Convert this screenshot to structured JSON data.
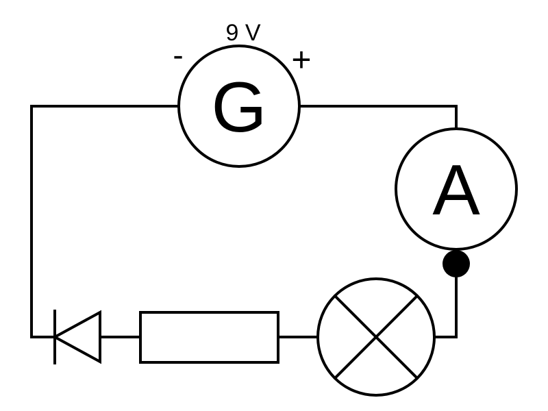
{
  "colors": {
    "stroke": "#000000",
    "background": "#ffffff"
  },
  "generator": {
    "symbol": "G",
    "voltage_label": "9 V",
    "negative_terminal": "-",
    "positive_terminal": "+"
  },
  "ammeter": {
    "symbol": "A"
  },
  "components": [
    "generator",
    "ammeter",
    "junction-node",
    "lamp",
    "resistor",
    "diode"
  ]
}
